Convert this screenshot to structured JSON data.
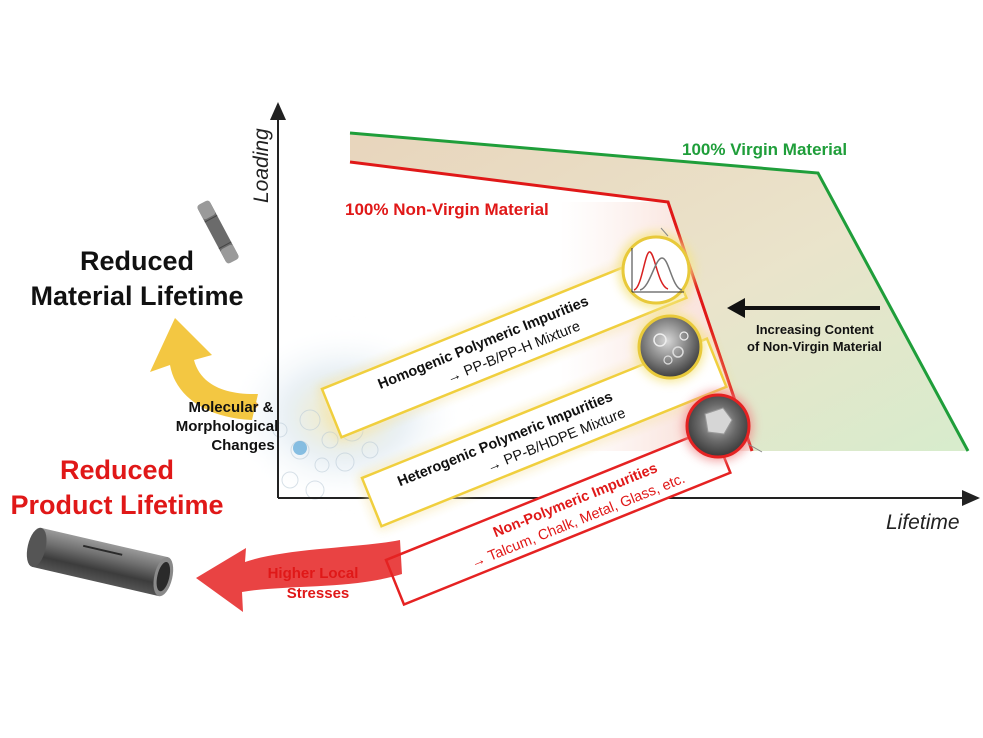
{
  "axes": {
    "y_label": "Loading",
    "x_label": "Lifetime"
  },
  "curves": {
    "virgin_label": "100% Virgin Material",
    "nonvirgin_label": "100% Non-Virgin Material"
  },
  "arrow_note": {
    "line1": "Increasing Content",
    "line2": "of Non-Virgin Material"
  },
  "impurities": [
    {
      "title": "Homogenic Polymeric Impurities",
      "detail": "→ PP-B/PP-H Mixture"
    },
    {
      "title": "Heterogenic Polymeric Impurities",
      "detail": "→ PP-B/HDPE Mixture"
    },
    {
      "title": "Non-Polymeric Impurities",
      "detail": "→ Talcum, Chalk, Metal, Glass, etc."
    }
  ],
  "left": {
    "material_line1": "Reduced",
    "material_line2": "Material Lifetime",
    "molecular_line1": "Molecular &",
    "molecular_line2": "Morphological",
    "molecular_line3": "Changes",
    "product_line1": "Reduced",
    "product_line2": "Product Lifetime",
    "stress_line1": "Higher Local",
    "stress_line2": "Stresses"
  },
  "colors": {
    "virgin": "#1f9e3a",
    "nonvirgin": "#e01818",
    "material_arrow": "#f2c12e",
    "product_arrow": "#e52222"
  },
  "icons": [
    "material-rod-icon",
    "pipe-icon",
    "dsc-graph-icon",
    "sem-heterogenic-icon",
    "sem-particle-icon",
    "sem-homogenic-icon"
  ]
}
